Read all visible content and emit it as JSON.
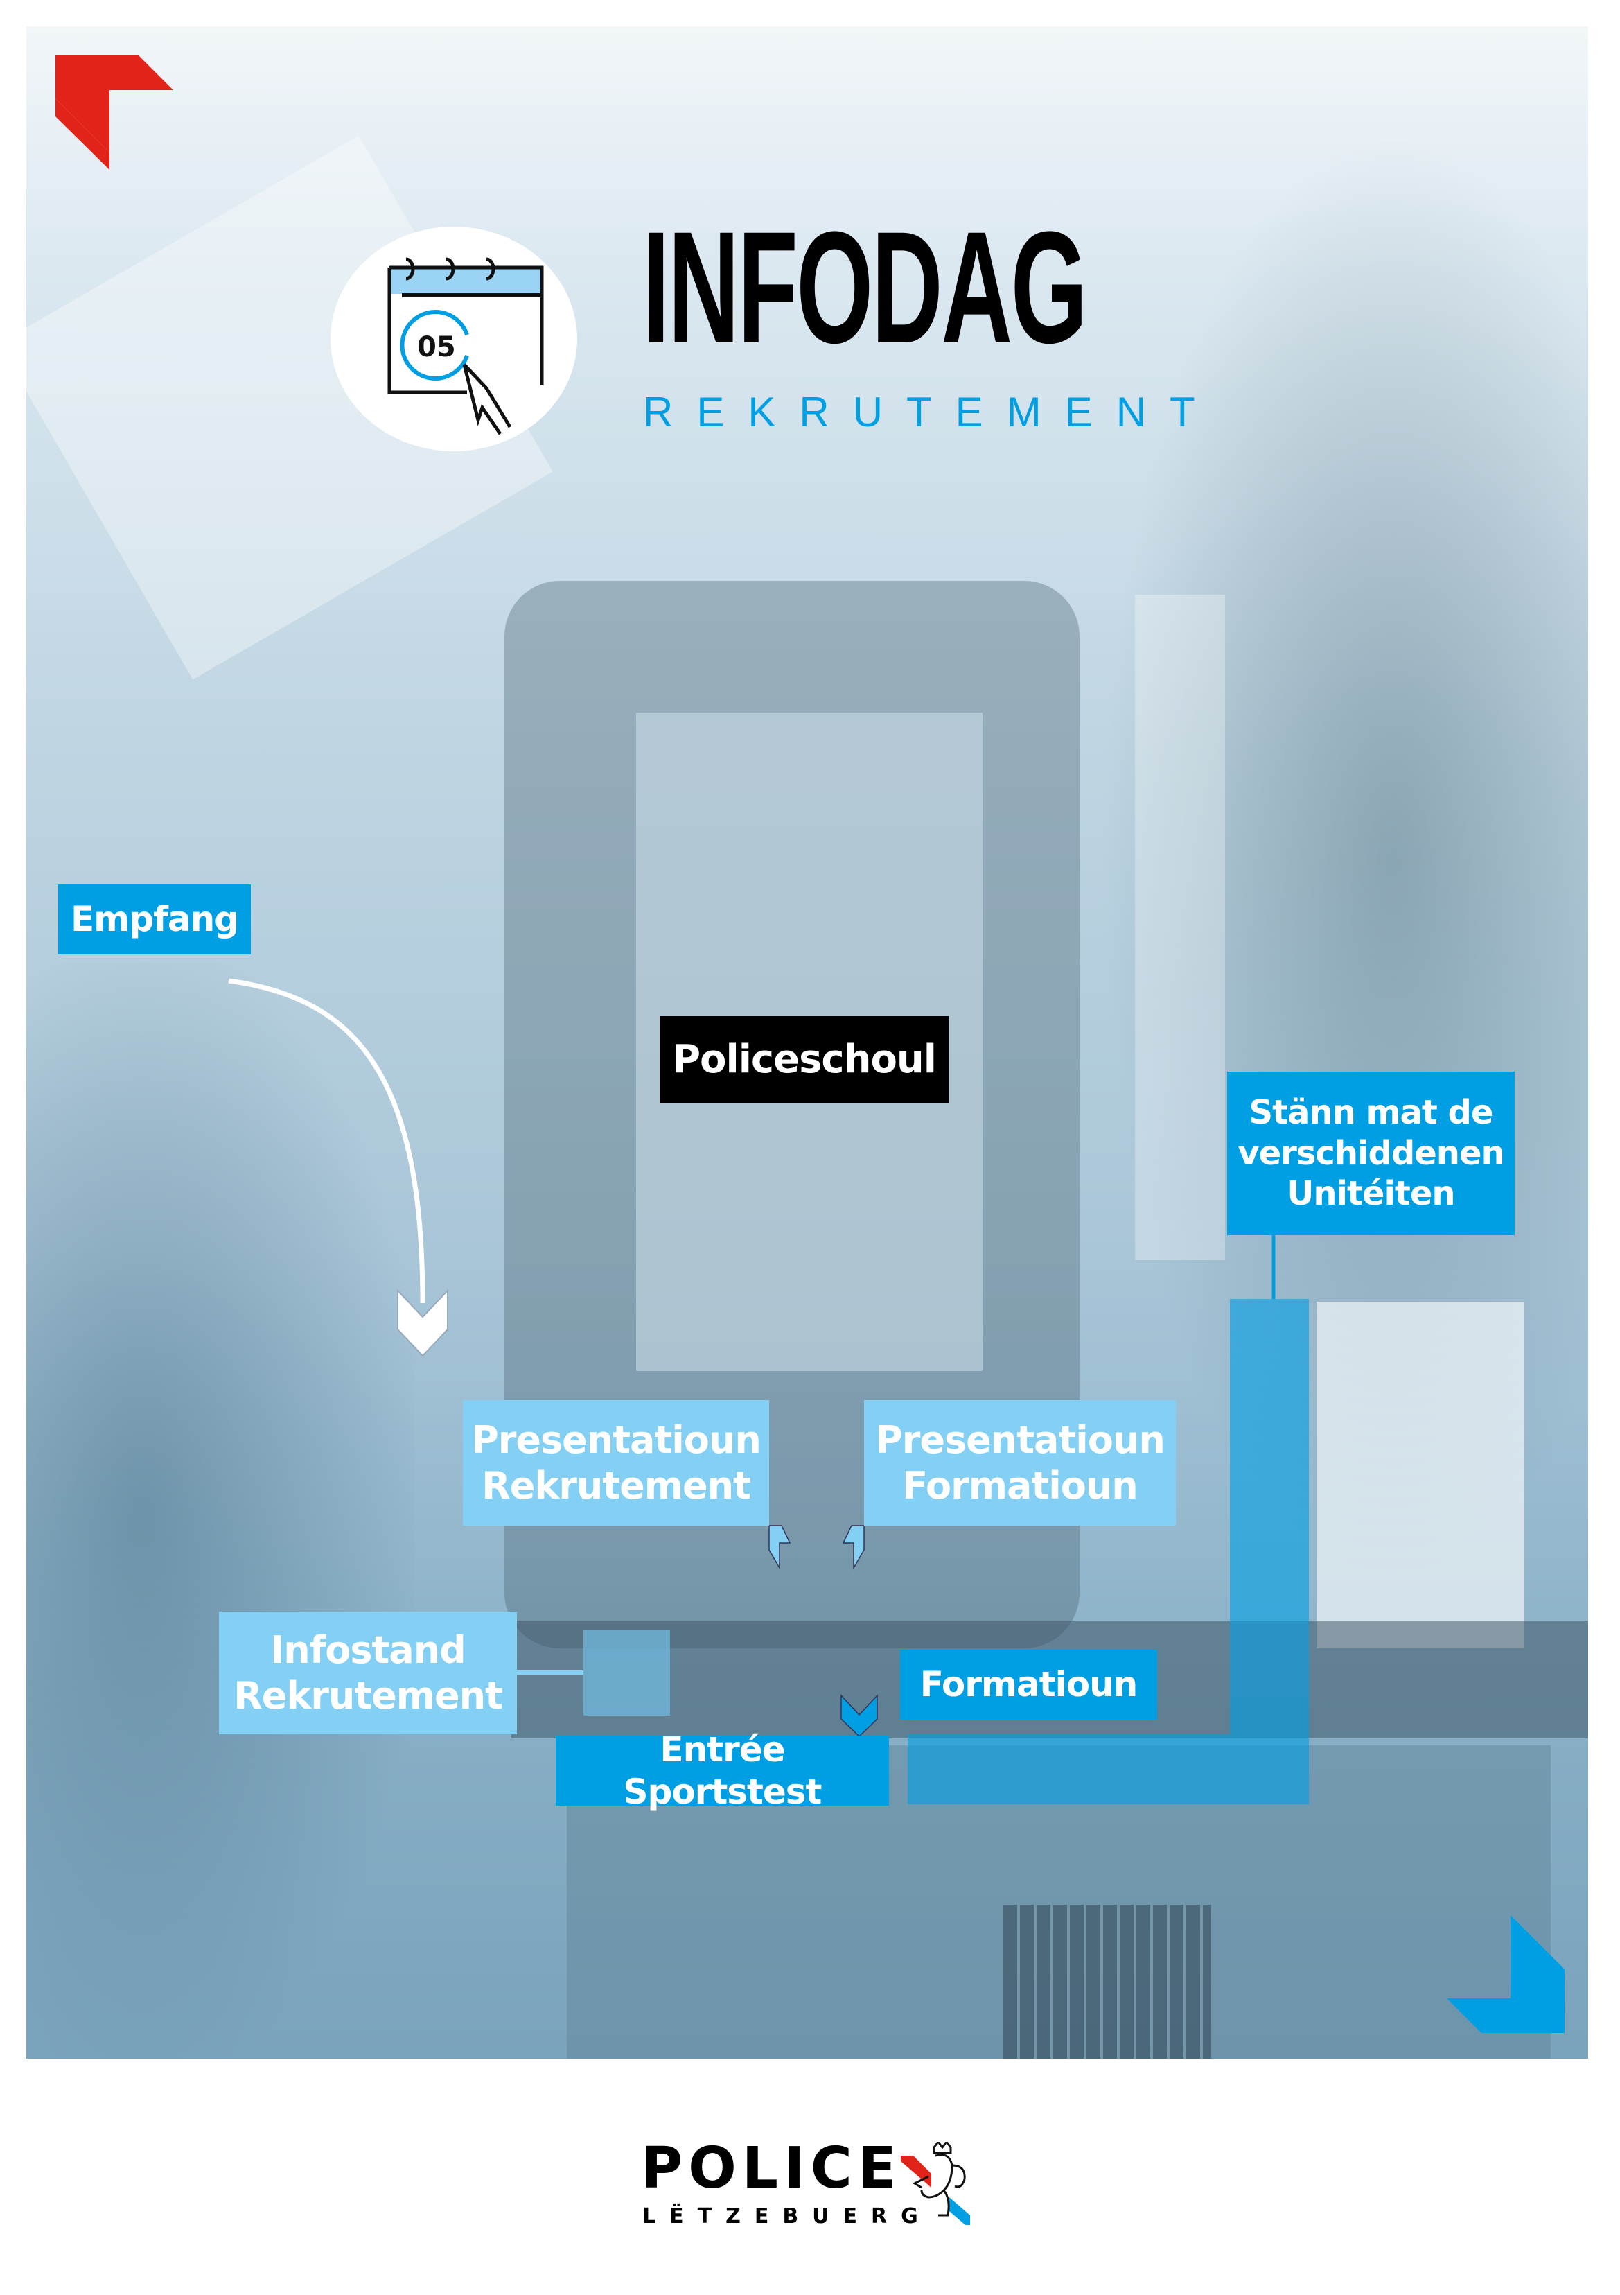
{
  "header": {
    "title": "INFODAG",
    "subtitle": "REKRUTEMENT",
    "calendar_day": "05",
    "calendar_icon": "calendar-click-icon"
  },
  "map": {
    "labels": {
      "reception": "Empfang",
      "school": "Policeschoul",
      "stands": "Stänn mat de verschiddenen Unitéiten",
      "presentation_recruitment": [
        "Presentatioun",
        "Rekrutement"
      ],
      "presentation_training": [
        "Presentatioun",
        "Formatioun"
      ],
      "infostand": [
        "Infostand",
        "Rekrutement"
      ],
      "training": "Formatioun",
      "sports_entrance": "Entrée Sportstest"
    },
    "stands_lines": [
      "Stänn mat de",
      "verschiddenen",
      "Unitéiten"
    ]
  },
  "colors": {
    "light_blue": "#84cff4",
    "blue": "#009fe3",
    "red": "#e2231a",
    "black": "#000000"
  },
  "footer": {
    "logo_main": "POLICE",
    "logo_sub": "LËTZEBUERG"
  }
}
